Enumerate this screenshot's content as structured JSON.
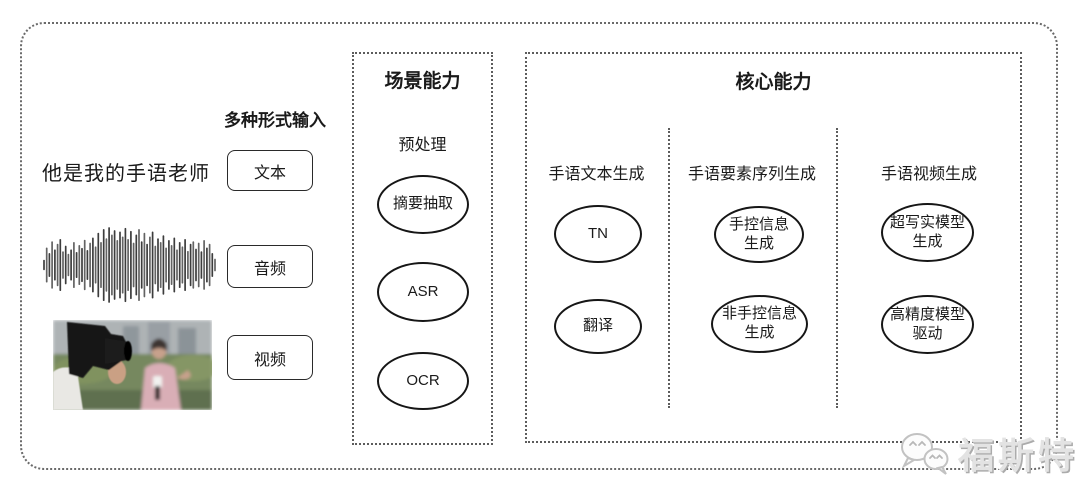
{
  "colors": {
    "ink": "#1a1a1a",
    "dotted_border": "#5c5c5c",
    "watermark_gray": "#c9c9c9"
  },
  "input_section": {
    "label": "多种形式输入",
    "sentence": "他是我的手语老师",
    "buttons": [
      {
        "label": "文本"
      },
      {
        "label": "音频"
      },
      {
        "label": "视频"
      }
    ],
    "waveform_amplitudes": [
      0.12,
      0.45,
      0.3,
      0.62,
      0.4,
      0.55,
      0.68,
      0.35,
      0.5,
      0.28,
      0.4,
      0.6,
      0.33,
      0.52,
      0.44,
      0.66,
      0.38,
      0.58,
      0.72,
      0.48,
      0.85,
      0.6,
      0.95,
      0.7,
      1.0,
      0.8,
      0.92,
      0.65,
      0.88,
      0.75,
      0.98,
      0.68,
      0.9,
      0.58,
      0.8,
      0.95,
      0.62,
      0.85,
      0.55,
      0.75,
      0.88,
      0.5,
      0.7,
      0.6,
      0.78,
      0.45,
      0.65,
      0.52,
      0.72,
      0.4,
      0.6,
      0.48,
      0.68,
      0.36,
      0.55,
      0.62,
      0.42,
      0.58,
      0.35,
      0.65,
      0.45,
      0.55,
      0.3,
      0.15
    ]
  },
  "scene_panel": {
    "title": "场景能力",
    "subtitle": "预处理",
    "nodes": [
      "摘要抽取",
      "ASR",
      "OCR"
    ]
  },
  "core_panel": {
    "title": "核心能力",
    "columns": [
      {
        "header": "手语文本生成",
        "nodes": [
          "TN",
          "翻译"
        ]
      },
      {
        "header": "手语要素序列生成",
        "nodes": [
          "手控信息\n生成",
          "非手控信息\n生成"
        ]
      },
      {
        "header": "手语视频生成",
        "nodes": [
          "超写实模型\n生成",
          "高精度模型\n驱动"
        ]
      }
    ]
  },
  "watermark": {
    "text": "福斯特",
    "icon": "wechat-chat-bubbles-icon"
  }
}
